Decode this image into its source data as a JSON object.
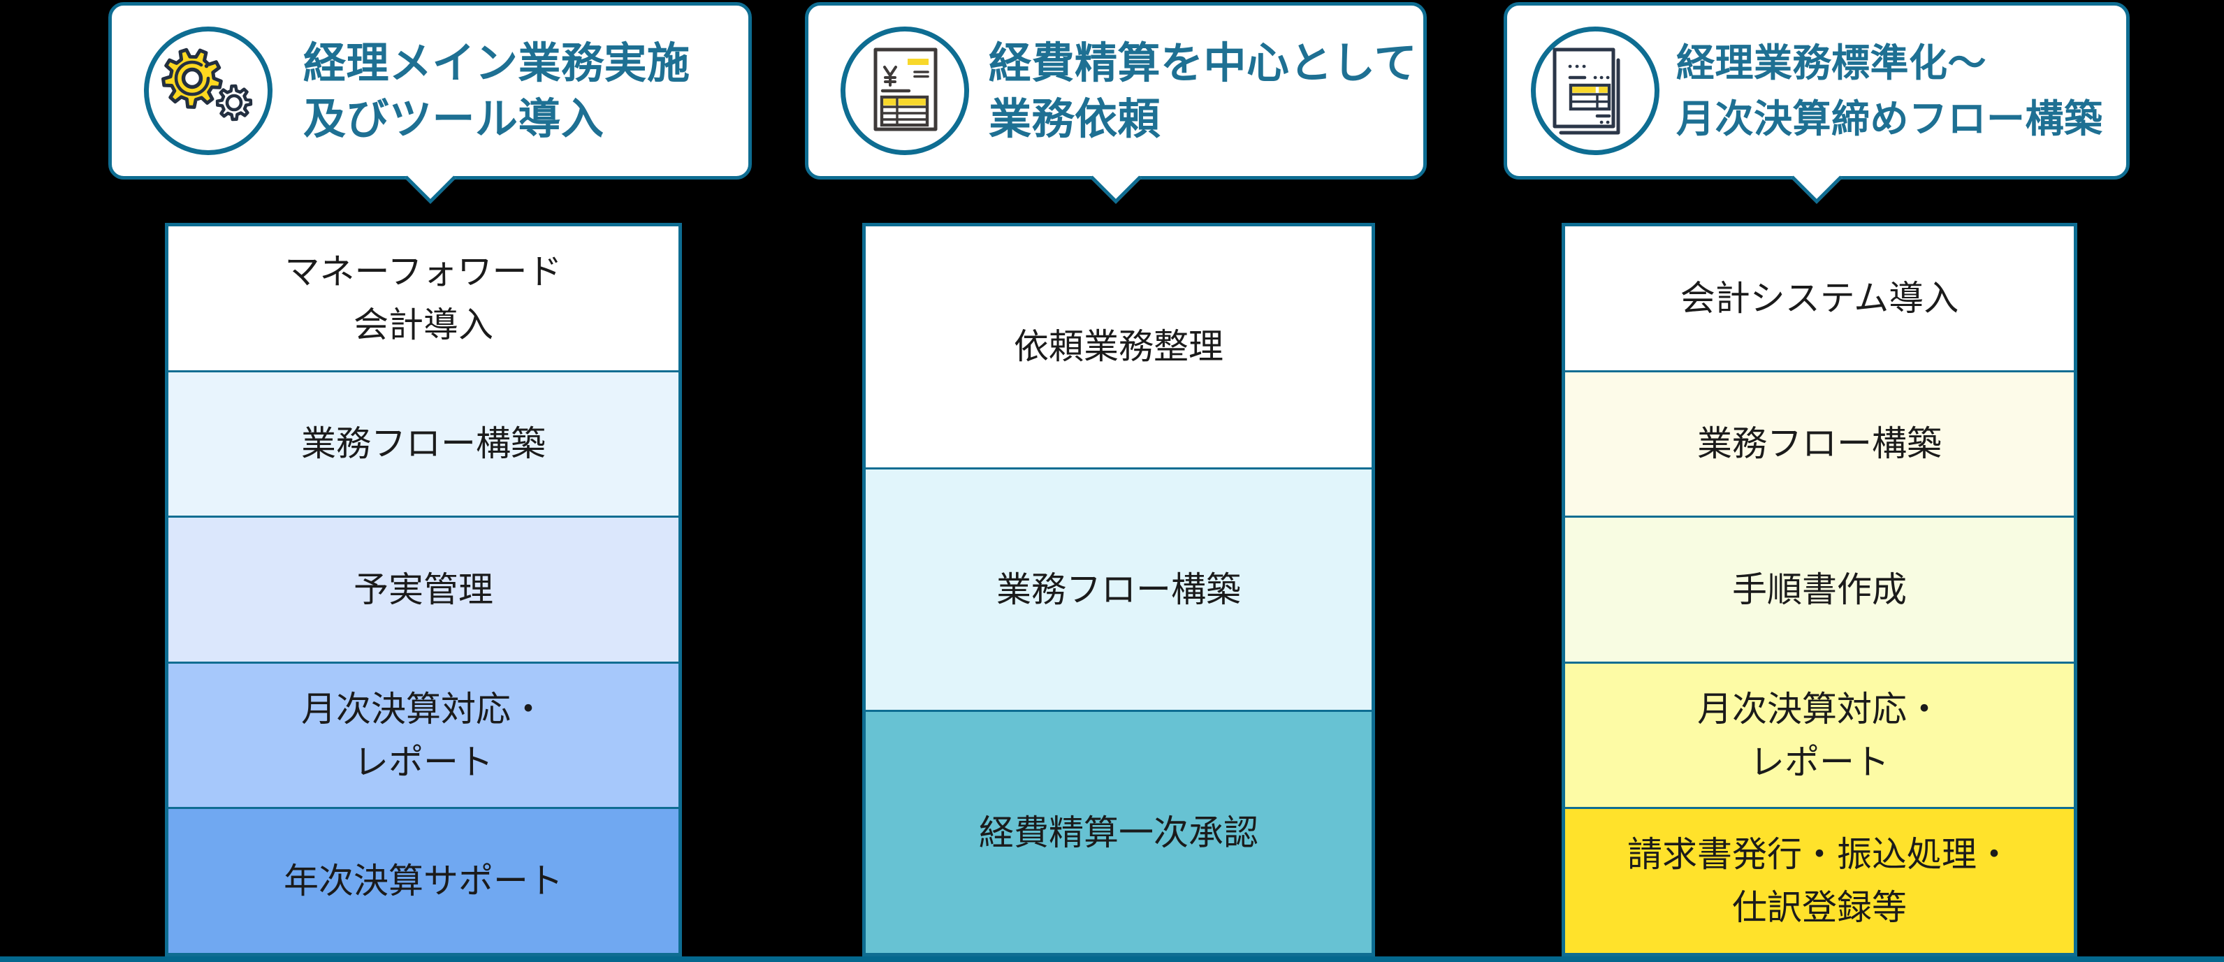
{
  "colors": {
    "background": "#000000",
    "accent_teal": "#0e6d92",
    "title_text": "#1e7093",
    "stack_text": "#1b1b1b",
    "bottom_bar": "#04688e",
    "gear_yellow": "#fdd820",
    "icon_yellow": "#f8d82b",
    "gear_outline": "#232f40",
    "invoice_outline": "#3e3a39",
    "documents_outline": "#2b3648"
  },
  "columns": [
    {
      "callout": {
        "icon": "gears-icon",
        "lines": [
          "経理メイン業務実施",
          "及びツール導入"
        ]
      },
      "stack": [
        {
          "lines": [
            "マネーフォワード",
            "会計導入"
          ],
          "bg": "#ffffff"
        },
        {
          "lines": [
            "業務フロー構築"
          ],
          "bg": "#e8f4fd"
        },
        {
          "lines": [
            "予実管理"
          ],
          "bg": "#dbe7fc"
        },
        {
          "lines": [
            "月次決算対応・",
            "レポート"
          ],
          "bg": "#a6c8fb"
        },
        {
          "lines": [
            "年次決算サポート"
          ],
          "bg": "#70a8f1"
        }
      ]
    },
    {
      "callout": {
        "icon": "invoice-icon",
        "lines": [
          "経費精算を中心として",
          "業務依頼"
        ]
      },
      "stack": [
        {
          "lines": [
            "依頼業務整理"
          ],
          "bg": "#ffffff"
        },
        {
          "lines": [
            "業務フロー構築"
          ],
          "bg": "#e1f5fb"
        },
        {
          "lines": [
            "経費精算一次承認"
          ],
          "bg": "#67c2d3"
        }
      ]
    },
    {
      "callout": {
        "icon": "documents-icon",
        "lines": [
          "経理業務標準化〜",
          "月次決算締めフロー構築"
        ]
      },
      "stack": [
        {
          "lines": [
            "会計システム導入"
          ],
          "bg": "#ffffff"
        },
        {
          "lines": [
            "業務フロー構築"
          ],
          "bg": "#fdfbe9"
        },
        {
          "lines": [
            "手順書作成"
          ],
          "bg": "#f8fce2"
        },
        {
          "lines": [
            "月次決算対応・",
            "レポート"
          ],
          "bg": "#fdfba5"
        },
        {
          "lines": [
            "請求書発行・振込処理・",
            "仕訳登録等"
          ],
          "bg": "#ffe22b"
        }
      ]
    }
  ]
}
